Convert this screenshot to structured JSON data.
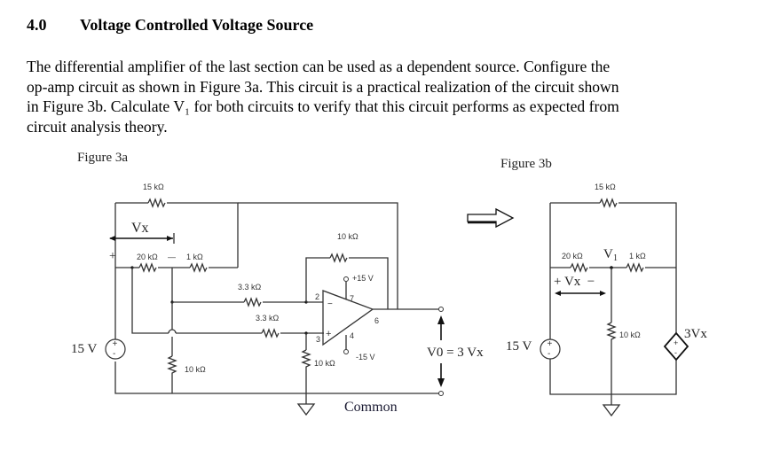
{
  "section": {
    "number": "4.0",
    "title": "Voltage Controlled Voltage Source"
  },
  "paragraph": {
    "lines": [
      "The differential amplifier of the last section can be used as a dependent source.  Configure the",
      "op-amp circuit as shown in Figure 3a.  This circuit is a practical realization of the circuit shown",
      "in Figure 3b.  Calculate V₁ for both circuits to verify that this circuit performs as expected from",
      "circuit analysis theory."
    ]
  },
  "figure3a": {
    "caption": "Figure 3a",
    "r_top": "15 kΩ",
    "vx_label": "Vx",
    "plus_sign": "+",
    "minus_sign": "—",
    "r_20k": "20 kΩ",
    "r_1k": "1 kΩ",
    "r_33k_a": "3.3 kΩ",
    "r_33k_b": "3.3 kΩ",
    "r_10k_feedback": "10 kΩ",
    "r_10k_ground": "10 kΩ",
    "r_10k_left": "10 kΩ",
    "source": "15 V",
    "vplus_supply": "+15 V",
    "vminus_supply": "-15 V",
    "pin2": "2",
    "pin3": "3",
    "pin4": "4",
    "pin6": "6",
    "pin7": "7",
    "output_label": "V0 = 3 Vx",
    "common_label": "Common"
  },
  "figure3b": {
    "caption": "Figure 3b",
    "r_top": "15 kΩ",
    "r_20k": "20 kΩ",
    "node_label": "V",
    "node_sub": "1",
    "r_1k": "1 kΩ",
    "vx_label": "+ Vx  −",
    "r_10k": "10 kΩ",
    "source": "15 V",
    "dependent_source": "3Vx"
  }
}
